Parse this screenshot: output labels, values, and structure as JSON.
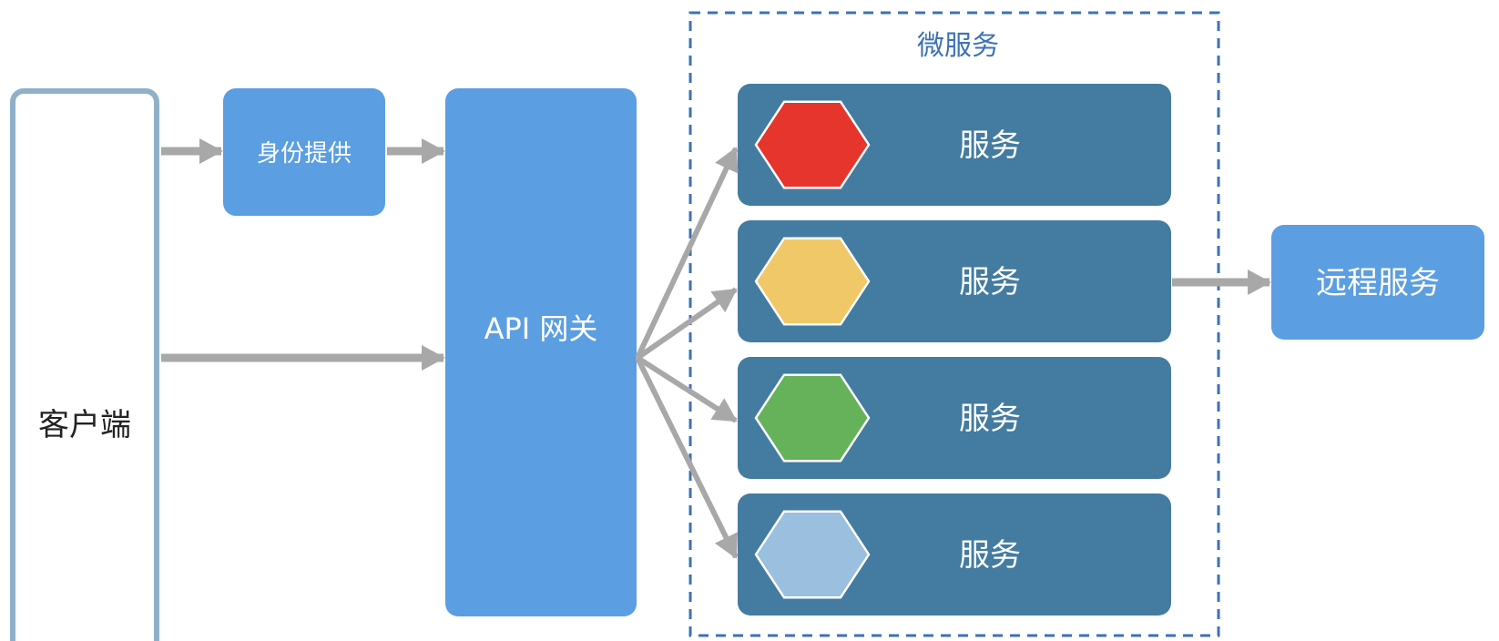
{
  "colors": {
    "client_border": "#8fb0c9",
    "light_blue": "#5b9ee1",
    "service_bar": "#447ba0",
    "arrow": "#a8a8a8",
    "group_border": "#3d72b4",
    "group_title": "#3d72b4",
    "hex_red": "#e6352c",
    "hex_yellow": "#f0c868",
    "hex_green": "#66b25a",
    "hex_lightblue": "#9bbfde"
  },
  "client": {
    "label": "客户端"
  },
  "identity": {
    "label": "身份提供"
  },
  "gateway": {
    "label": "API 网关"
  },
  "group": {
    "title": "微服务"
  },
  "services": [
    {
      "label": "服务",
      "hex_color": "#e6352c"
    },
    {
      "label": "服务",
      "hex_color": "#f0c868"
    },
    {
      "label": "服务",
      "hex_color": "#66b25a"
    },
    {
      "label": "服务",
      "hex_color": "#9bbfde"
    }
  ],
  "remote": {
    "label": "远程服务"
  }
}
